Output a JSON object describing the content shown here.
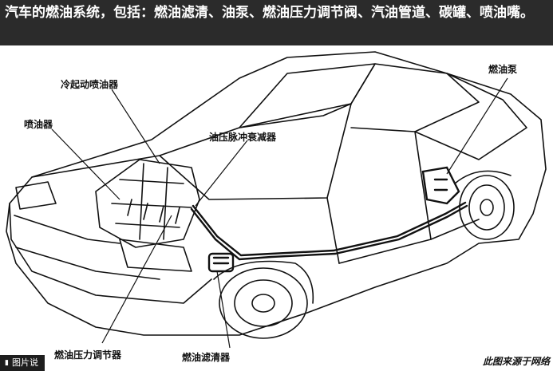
{
  "caption": "汽车的燃油系统，包括：燃油滤清、油泵、燃油压力调节阀、汽油管道、碳罐、喷油嘴。",
  "labels": {
    "cold_start_injector": "冷起动喷油器",
    "injector": "喷油器",
    "pulsation_damper": "油压脉冲衰减器",
    "fuel_pump": "燃油泵",
    "pressure_regulator": "燃油压力调节器",
    "fuel_filter": "燃油滤清器"
  },
  "badge": {
    "icon": "picture-icon",
    "text": "图片说"
  },
  "credit": "此图来源于网络"
}
